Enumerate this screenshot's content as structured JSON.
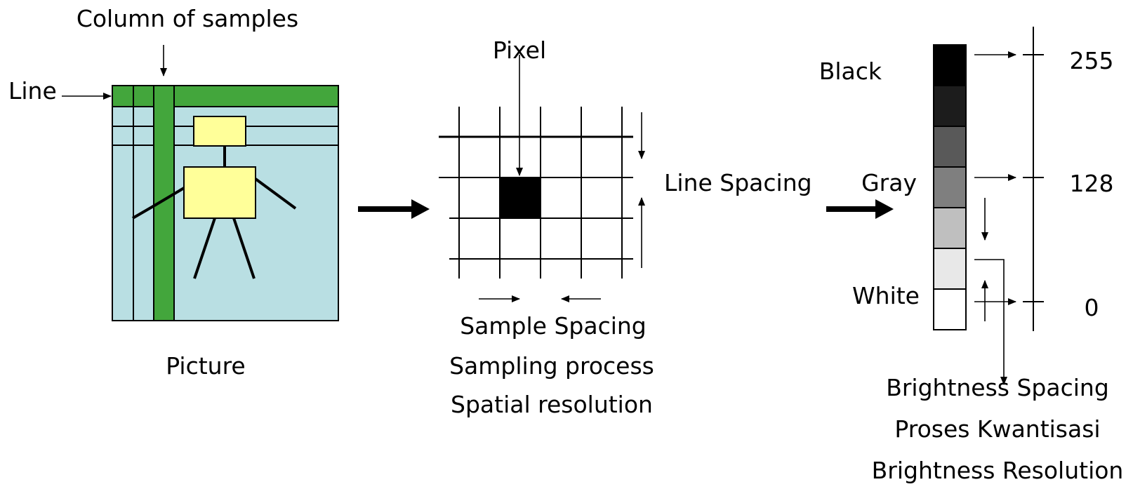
{
  "picture": {
    "column_label": "Column of samples",
    "line_label": "Line",
    "caption": "Picture",
    "colors": {
      "background": "#b9dfe3",
      "highlight": "#43a63c",
      "figure": "#ffff99",
      "outline": "#000000"
    }
  },
  "sampling": {
    "pixel_label": "Pixel",
    "line_spacing_label": "Line Spacing",
    "sample_spacing_label": "Sample Spacing",
    "process_label": "Sampling process",
    "resolution_label": "Spatial resolution",
    "pixel_color": "#000000"
  },
  "quantization": {
    "black_label": "Black",
    "gray_label": "Gray",
    "white_label": "White",
    "value_255": "255",
    "value_128": "128",
    "value_0": "0",
    "spacing_label": "Brightness Spacing",
    "process_label": "Proses Kwantisasi",
    "resolution_label": "Brightness Resolution",
    "gray_levels": [
      "#000000",
      "#1c1c1c",
      "#595959",
      "#7f7f7f",
      "#bfbfbf",
      "#e8e8e8",
      "#ffffff"
    ]
  }
}
